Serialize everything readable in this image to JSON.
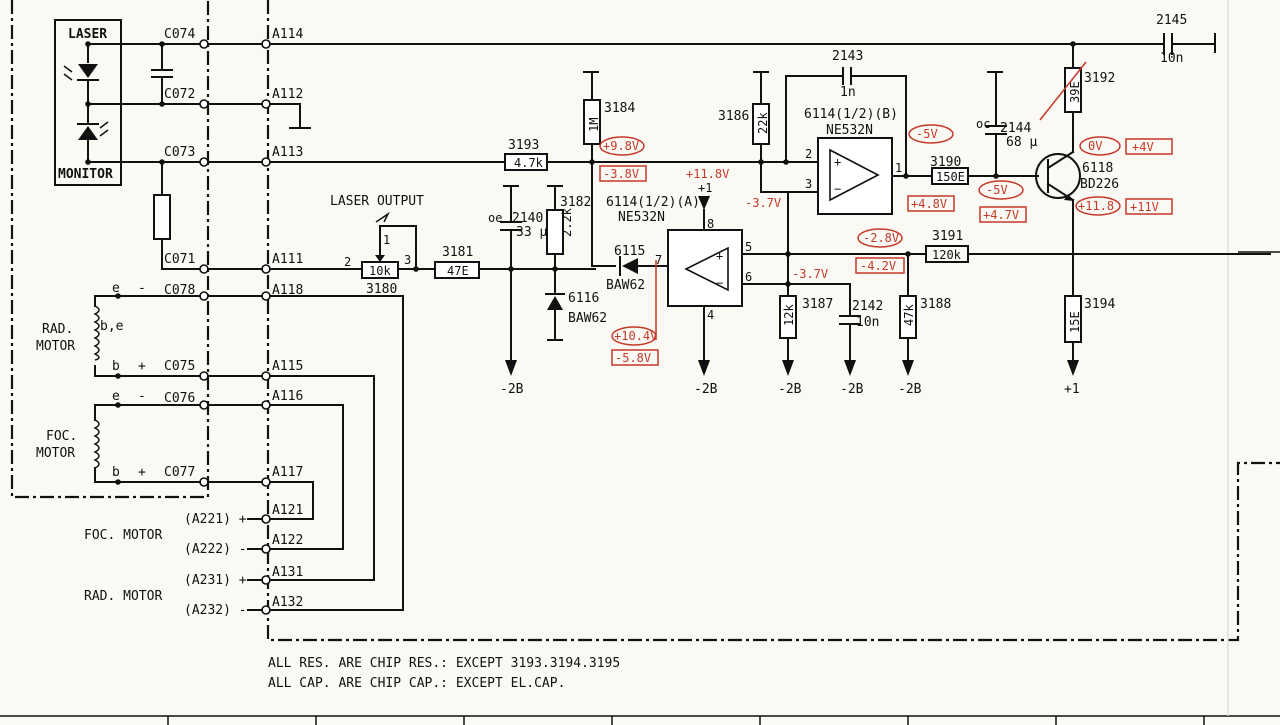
{
  "module": {
    "laser": "LASER",
    "monitor": "MONITOR"
  },
  "connectors": [
    "C074",
    "C072",
    "C073",
    "C071",
    "C078",
    "C075",
    "C076",
    "C077"
  ],
  "pins": [
    "A114",
    "A112",
    "A113",
    "A111",
    "A118",
    "A115",
    "A116",
    "A117",
    "A121",
    "A122",
    "A131",
    "A132"
  ],
  "motors": {
    "rad": [
      "RAD.",
      "MOTOR"
    ],
    "foc": [
      "FOC.",
      "MOTOR"
    ],
    "rad_b": "b,e",
    "e1": "e",
    "minus1": "-",
    "b1": "b",
    "plus1": "+",
    "e2": "e",
    "minus2": "-",
    "b2": "b",
    "plus2": "+"
  },
  "external_motors": {
    "foc_label": "FOC. MOTOR",
    "rad_label": "RAD. MOTOR",
    "a221": "(A221) +",
    "a222": "(A222) -",
    "a231": "(A231) +",
    "a232": "(A232) -"
  },
  "laser_output": {
    "label": "LASER OUTPUT",
    "value": "10k",
    "ref": "3180",
    "pin1": "1",
    "pin2": "2",
    "pin3": "3"
  },
  "components": {
    "r3181": {
      "ref": "3181",
      "value": "47E"
    },
    "r3182": {
      "ref": "3182",
      "value": "2.2k"
    },
    "c2140": {
      "ref": "2140",
      "value": "33 μ",
      "pol": "oe"
    },
    "d6116": {
      "ref": "6116",
      "type": "BAW62"
    },
    "r3193": {
      "ref": "3193",
      "value": "4.7k"
    },
    "r3184": {
      "ref": "3184",
      "value": "1M"
    },
    "d6115": {
      "ref": "6115",
      "type": "BAW62"
    },
    "u6114a": {
      "ref": "6114(1/2)(A)",
      "type": "NE532N",
      "pin7": "7",
      "pin5": "5",
      "pin6": "6",
      "pin8": "8",
      "pin4": "4",
      "supply": "+11.8V",
      "supply2": "+1"
    },
    "r3186": {
      "ref": "3186",
      "value": "22k"
    },
    "u6114b": {
      "ref": "6114(1/2)(B)",
      "type": "NE532N",
      "pin2": "2",
      "pin3": "3",
      "pin1": "1"
    },
    "c2143": {
      "ref": "2143",
      "value": "1n"
    },
    "r3190": {
      "ref": "3190",
      "value": "150E"
    },
    "c2144": {
      "ref": "2144",
      "value": "68 μ",
      "pol": "oc"
    },
    "r3192": {
      "ref": "3192",
      "value": "39E"
    },
    "q6118": {
      "ref": "6118",
      "type": "BD226"
    },
    "r3194": {
      "ref": "3194",
      "value": "15E"
    },
    "c2145": {
      "ref": "2145",
      "value": "10n"
    },
    "r3191": {
      "ref": "3191",
      "value": "120k"
    },
    "r3187": {
      "ref": "3187",
      "value": "12k"
    },
    "c2142": {
      "ref": "2142",
      "value": "10n"
    },
    "r3188": {
      "ref": "3188",
      "value": "47k"
    }
  },
  "rails": {
    "m2b_1": "-2B",
    "m2b_2": "-2B",
    "m2b_3": "-2B",
    "m2b_4": "-2B",
    "m2b_5": "-2B",
    "p1": "+1"
  },
  "voltages": {
    "v_9_8": "+9.8V",
    "v_m3_8": "-3.8V",
    "v_m3_7a": "-3.7V",
    "v_m3_7b": "-3.7V",
    "v_m5a": "-5V",
    "v_4_8": "+4.8V",
    "v_m5b": "-5V",
    "v_4_7": "+4.7V",
    "v_0": "0V",
    "v_p4": "+4V",
    "v_11_8": "+11.8",
    "v_11": "+11V",
    "v_m2_8": "-2.8V",
    "v_m4_2": "-4.2V",
    "v_10_4": "+10.4V",
    "v_m5_8": "-5.8V"
  },
  "notes": [
    "ALL RES. ARE CHIP RES.: EXCEPT 3193.3194.3195",
    "ALL CAP. ARE CHIP CAP.: EXCEPT EL.CAP."
  ]
}
